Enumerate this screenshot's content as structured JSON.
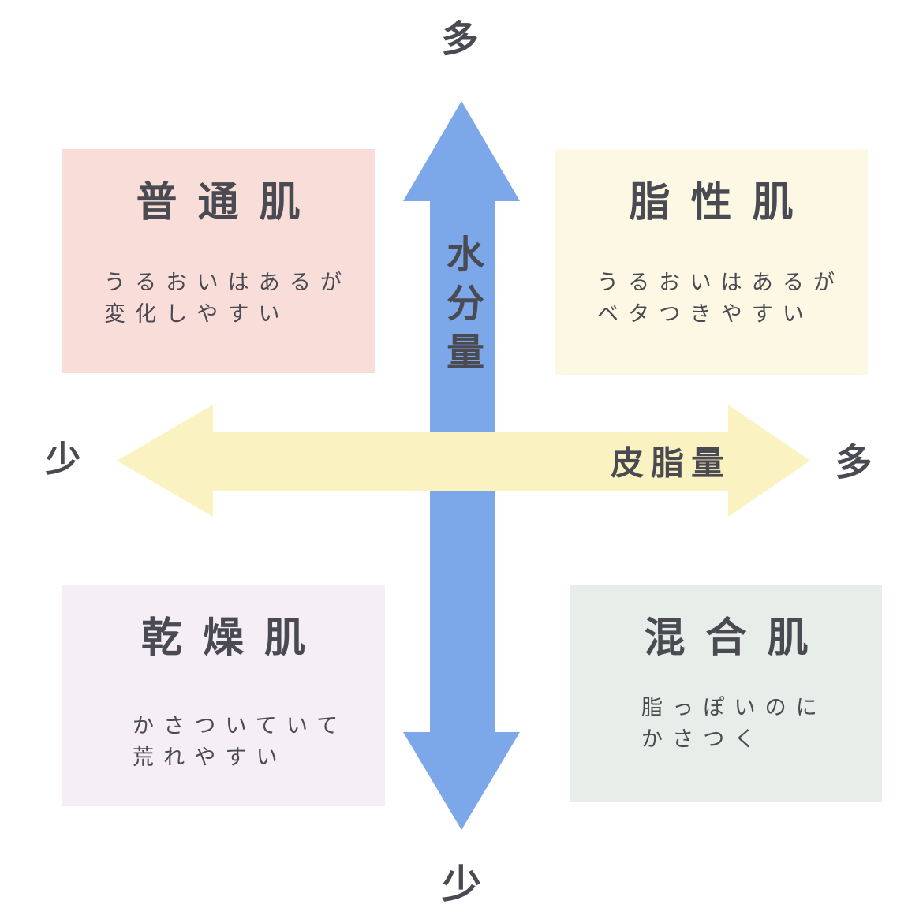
{
  "diagram_type": "quadrant-matrix",
  "background_color": "#ffffff",
  "text_color": "#4a4a52",
  "axes": {
    "vertical": {
      "name": "水分量",
      "top_end_label": "多",
      "bottom_end_label": "少",
      "arrow_color": "#7ca8ea"
    },
    "horizontal": {
      "name": "皮脂量",
      "left_end_label": "少",
      "right_end_label": "多",
      "arrow_color": "#fbf2c2"
    }
  },
  "quadrants": [
    {
      "position": "top-left",
      "title": "普通肌",
      "desc_line1": "うるおいはあるが",
      "desc_line2": "変化しやすい",
      "bg_color": "#f9ddd8"
    },
    {
      "position": "top-right",
      "title": "脂性肌",
      "desc_line1": "うるおいはあるが",
      "desc_line2": "ベタつきやすい",
      "bg_color": "#fcf8e4"
    },
    {
      "position": "bottom-left",
      "title": "乾燥肌",
      "desc_line1": "かさついていて",
      "desc_line2": "荒れやすい",
      "bg_color": "#f5eef4"
    },
    {
      "position": "bottom-right",
      "title": "混合肌",
      "desc_line1": "脂っぽいのに",
      "desc_line2": "かさつく",
      "bg_color": "#e7ede8"
    }
  ]
}
